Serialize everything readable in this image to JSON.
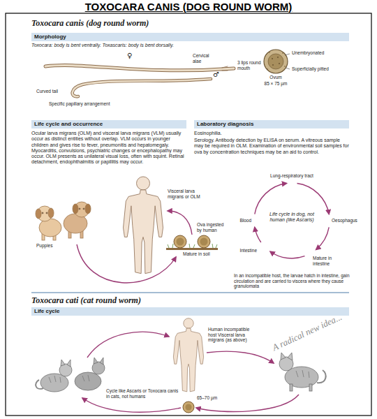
{
  "diagram": {
    "title": "TOXOCARA CANIS (DOG ROUND WORM)",
    "nodes": [
      {
        "text": [
          "Morphology"
        ]
      },
      {
        "text": [
          "Life cycle and occurrence"
        ]
      },
      {
        "text": [
          "Laboratory diagnosis"
        ]
      },
      {
        "text": [
          "Life cycle"
        ]
      }
    ],
    "labels": [
      "Toxocara canis (dog round worm)",
      "Toxocara: body is bent ventrally. Toxascaris: body is bent dorsally.",
      "♀",
      "Cervical alae",
      "3 lips round mouth",
      "Curved tail",
      "♂",
      "Specific papillary arrangement",
      "Ovum",
      "Unembryonated",
      "Superficially pitted",
      "85 × 75 µm",
      "Ocular larva migrans (OLM) and visceral larva migrans (VLM) usually occur as distinct entities without overlap. VLM occurs in younger children and gives rise to fever, pneumonitis and hepatomegaly. Myocarditis, convulsions, psychiatric changes or encephalopathy may occur. OLM presents as unilateral visual loss, often with squint. Retinal detachment, endophthalmitis or papillitis may occur.",
      "Eosinophilia.",
      "Serology. Antibody detection by ELISA on serum. A vitreous sample may be required in OLM. Examination of environmental soil samples for ova by concentration techniques may be an aid to control.",
      "Visceral larva migrans or OLM",
      "Ova ingested by human",
      "Puppies",
      "Mature in soil",
      "Lung-respiratory tract",
      "Oesophagus",
      "Blood",
      "Life cycle in dog, not human (like Ascaris)",
      "Intestine",
      "Mature in intestine",
      "In an incompatible host, the larvae hatch in intestine, gain circulation and are carried to viscera where they cause granulomata",
      "Toxocara cati (cat round worm)",
      "Human incompatible host Visceral larva migrans (as above)",
      "Cycle like Ascaris or Toxocara canis in cats, not humans",
      "65–70 µm",
      "A radical new idea..."
    ]
  }
}
